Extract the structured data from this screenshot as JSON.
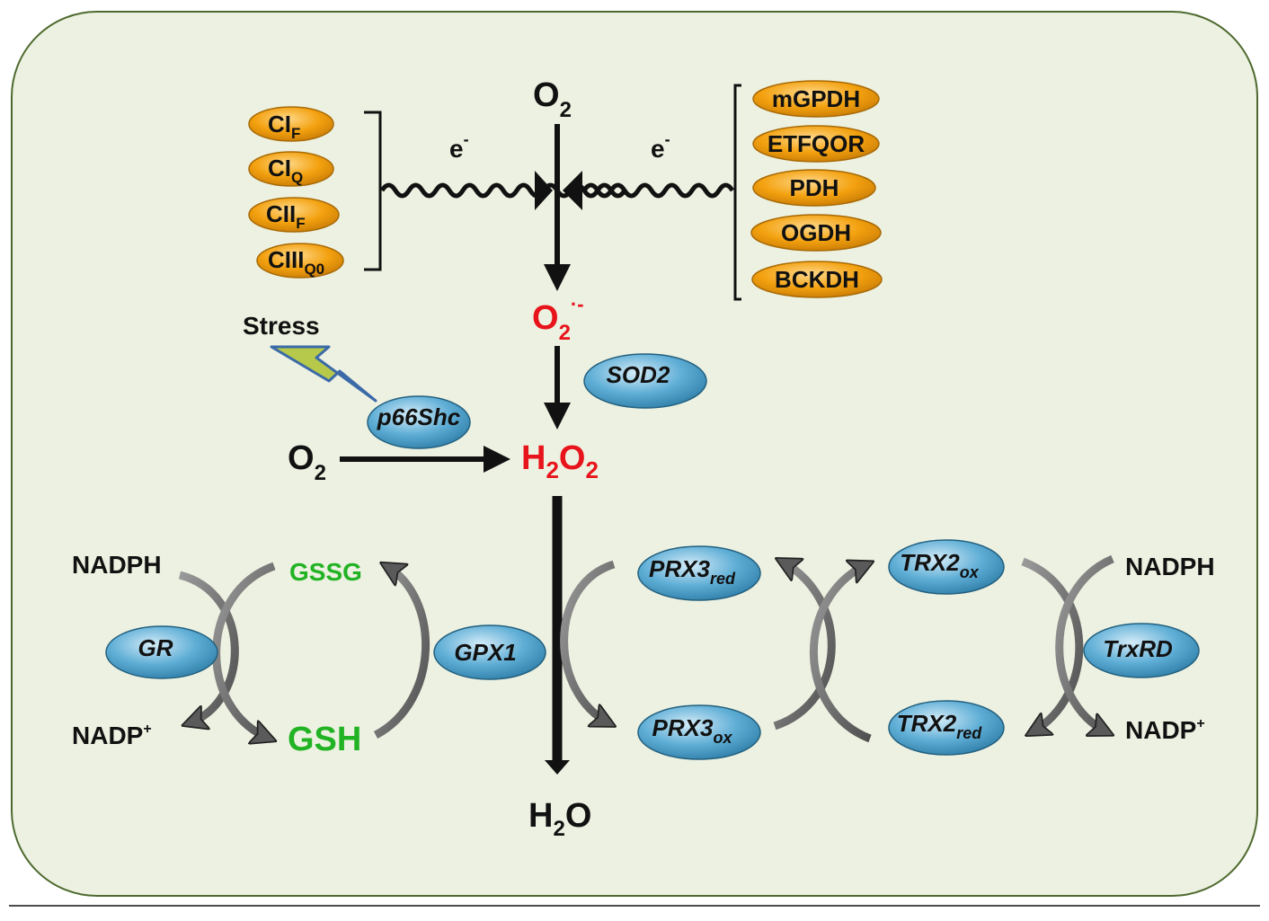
{
  "colors": {
    "panel_fill": "#edf1e1",
    "panel_stroke": "#4e6a2f",
    "orange_pill": "#f3a10f",
    "blue_oval": "#5faed6",
    "red_species": "#e8141b",
    "green_species": "#22b324",
    "arrow_black": "#111111",
    "arrow_gray": "#6f6f6f",
    "bolt_fill": "#b7c94a",
    "bolt_stroke": "#3b6aa8"
  },
  "top": {
    "o2": {
      "main": "O",
      "sub": "2"
    },
    "electron_left": {
      "main": "e",
      "sup": "-"
    },
    "electron_right": {
      "main": "e",
      "sup": "-"
    }
  },
  "complexes_left": [
    {
      "main": "CI",
      "sub": "F"
    },
    {
      "main": "CI",
      "sub": "Q"
    },
    {
      "main": "CII",
      "sub": "F"
    },
    {
      "main": "CIII",
      "sub": "Q0"
    }
  ],
  "complexes_right": [
    "mGPDH",
    "ETFQOR",
    "PDH",
    "OGDH",
    "BCKDH"
  ],
  "superoxide": {
    "main": "O",
    "sub": "2",
    "sup": "·-"
  },
  "sod2": "SOD2",
  "stress": "Stress",
  "p66shc": "p66Shc",
  "o2_left": {
    "main": "O",
    "sub": "2"
  },
  "h2o2": {
    "a": "H",
    "b": "2",
    "c": "O",
    "d": "2"
  },
  "h2o": {
    "a": "H",
    "b": "2",
    "c": "O"
  },
  "gsh_cycle": {
    "nadph": "NADPH",
    "nadp": {
      "main": "NADP",
      "sup": "+"
    },
    "gr": "GR",
    "gssg": "GSSG",
    "gsh": "GSH",
    "gpx1": "GPX1"
  },
  "trx_cycle": {
    "prx3_red": {
      "main": "PRX3",
      "sub": "red"
    },
    "prx3_ox": {
      "main": "PRX3",
      "sub": "ox"
    },
    "trx2_ox": {
      "main": "TRX2",
      "sub": "ox"
    },
    "trx2_red": {
      "main": "TRX2",
      "sub": "red"
    },
    "trxrd": "TrxRD",
    "nadph": "NADPH",
    "nadp": {
      "main": "NADP",
      "sup": "+"
    }
  }
}
